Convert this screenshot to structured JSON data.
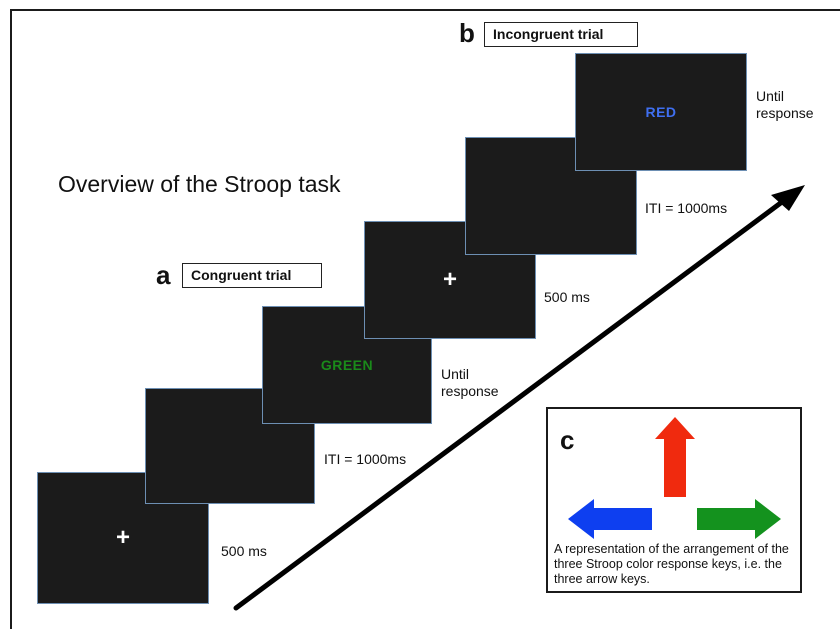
{
  "title": "Overview of the Stroop task",
  "panels": {
    "a": {
      "letter": "a",
      "trial_label": "Congruent trial",
      "fixation": "+",
      "fixation_duration": "500 ms",
      "blank_label": "ITI = 1000ms",
      "stimulus_word": "GREEN",
      "stimulus_color": "#1a8a1a",
      "stimulus_duration": "Until\nresponse"
    },
    "b": {
      "letter": "b",
      "trial_label": "Incongruent trial",
      "fixation": "+",
      "fixation_duration": "500 ms",
      "blank_label": "ITI = 1000ms",
      "stimulus_word": "RED",
      "stimulus_color": "#3f6ff0",
      "stimulus_duration": "Until\nresponse"
    },
    "c": {
      "letter": "c",
      "caption": "A representation of the arrangement of the three Stroop color response keys, i.e. the three arrow keys.",
      "keys": [
        {
          "direction": "up",
          "color": "#f02a0e",
          "icon": "up-arrow-icon"
        },
        {
          "direction": "left",
          "color": "#0e3ff0",
          "icon": "left-arrow-icon"
        },
        {
          "direction": "right",
          "color": "#14921e",
          "icon": "right-arrow-icon"
        }
      ]
    }
  },
  "colors": {
    "screen": "#1b1b1b",
    "screen_border": "#6d8fb3",
    "time_arrow": "#000000"
  }
}
